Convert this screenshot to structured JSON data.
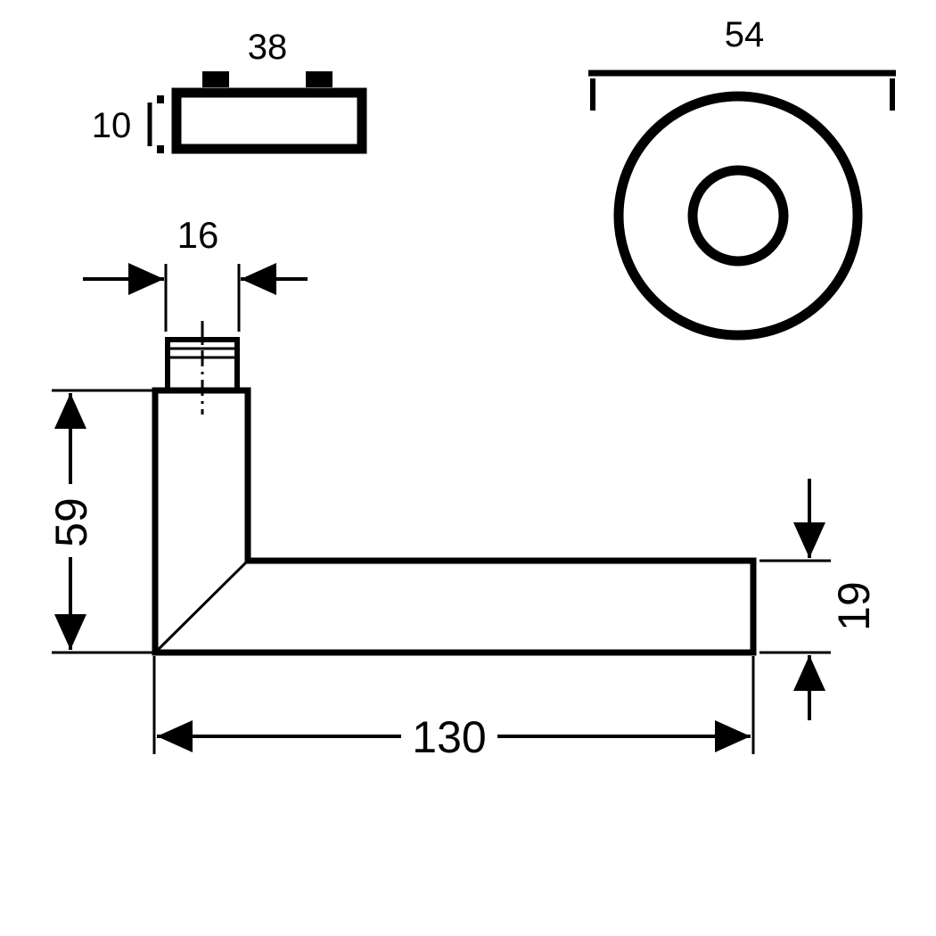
{
  "colors": {
    "line": "#000000",
    "background": "#ffffff"
  },
  "dimensions": {
    "top_width": "38",
    "top_height": "10",
    "rosette_diameter": "54",
    "spindle_width": "16",
    "height": "59",
    "grip_thickness": "19",
    "length": "130"
  }
}
